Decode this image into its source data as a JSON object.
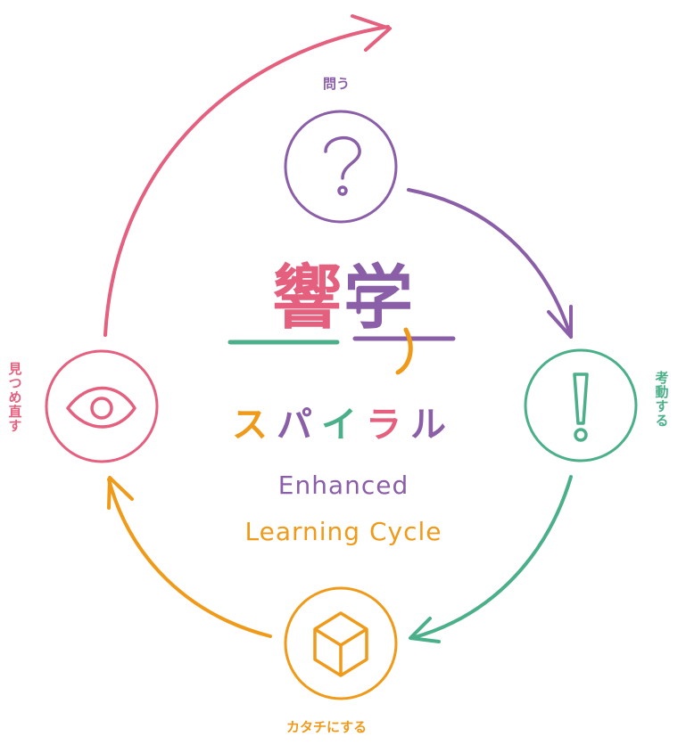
{
  "colors": {
    "pink": "#e4607e",
    "purple": "#8b5ea8",
    "green": "#4bb08a",
    "orange": "#f09a1a"
  },
  "nodes": {
    "top": {
      "label": "問う",
      "icon": "question-mark-icon"
    },
    "right": {
      "label": "考動する",
      "icon": "exclamation-mark-icon"
    },
    "bottom": {
      "label": "カタチにする",
      "icon": "cube-icon"
    },
    "left": {
      "label": "見つめ直す",
      "icon": "eye-icon"
    }
  },
  "title": {
    "kanji": [
      "響",
      "学"
    ],
    "katakana": [
      "ス",
      "パ",
      "イ",
      "ラ",
      "ル"
    ],
    "english_line1": "Enhanced",
    "english_line2": "Learning Cycle"
  }
}
